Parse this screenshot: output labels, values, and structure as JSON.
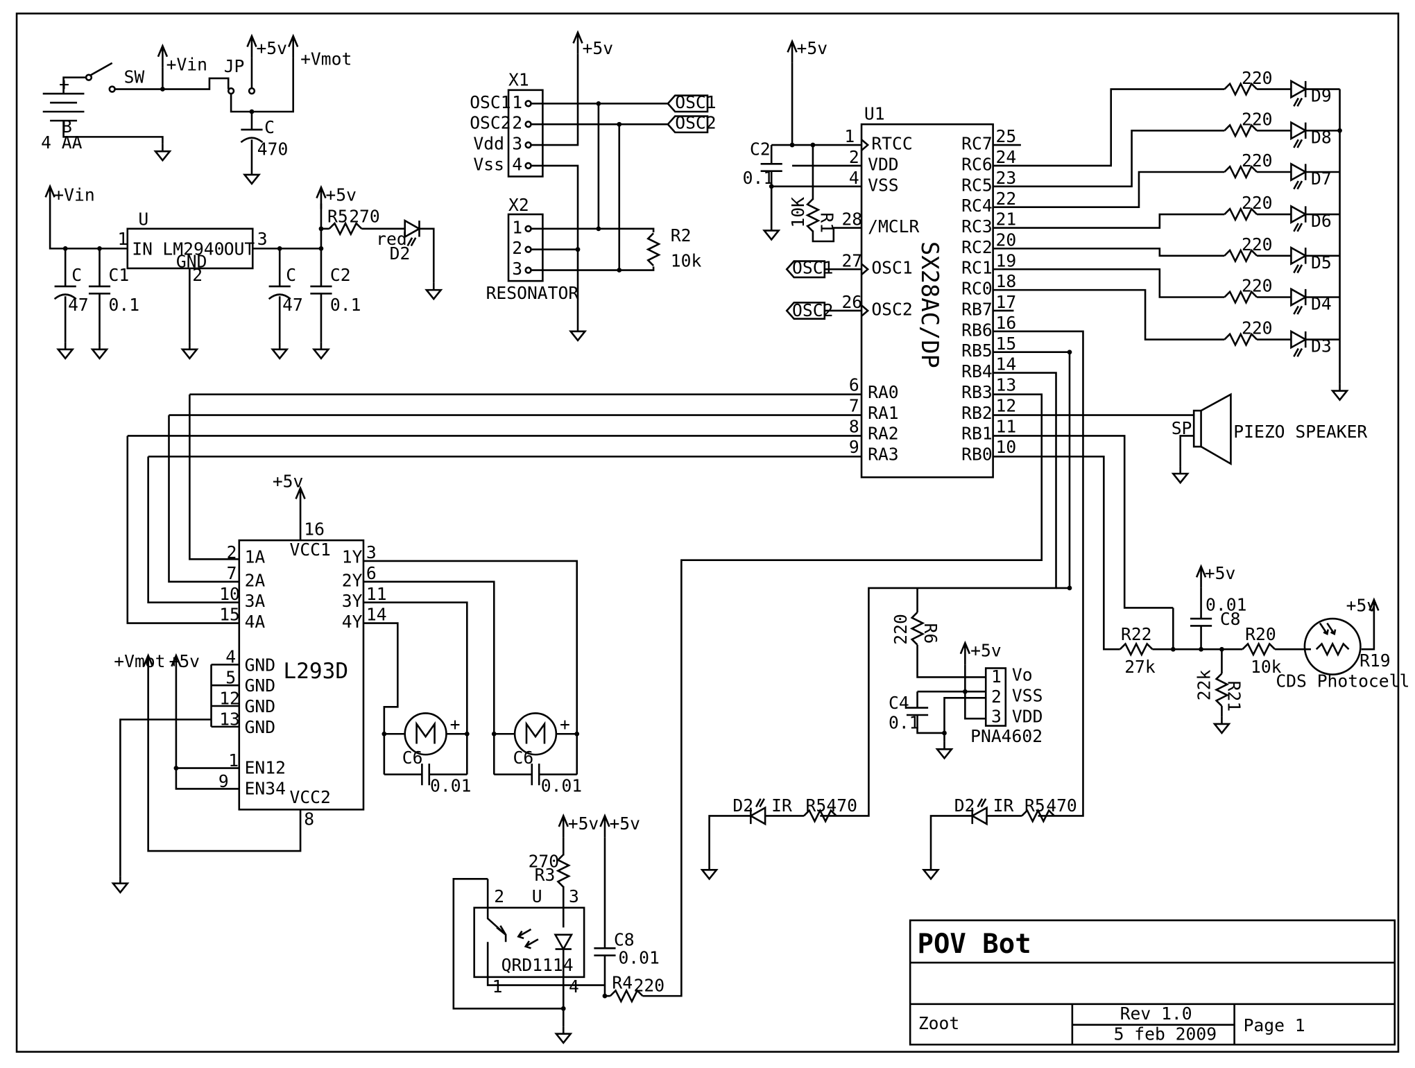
{
  "colors": {
    "ink": "#000000",
    "paper": "#ffffff"
  },
  "battery": {
    "pos": "+",
    "ref": "B",
    "value": "4 AA"
  },
  "switch": {
    "ref": "SW"
  },
  "jumper": {
    "ref": "JP"
  },
  "rails": {
    "vin": "+Vin",
    "vmot": "+Vmot",
    "p5v": "+5v"
  },
  "cap_c470": {
    "ref": "C",
    "value": "470"
  },
  "regulator": {
    "ref": "U",
    "name": "LM2940",
    "in": "IN",
    "out": "OUT",
    "gnd": "GND",
    "pin_in": "1",
    "pin_gnd": "2",
    "pin_out": "3"
  },
  "reg_caps": {
    "c_in": {
      "ref": "C",
      "value": "47"
    },
    "c1": {
      "ref": "C1",
      "value": "0.1"
    },
    "c_out": {
      "ref": "C",
      "value": "47"
    },
    "c2": {
      "ref": "C2",
      "value": "0.1"
    }
  },
  "power_led": {
    "res_ref": "R5",
    "res_value": "270",
    "color": "red",
    "led_ref": "D2"
  },
  "x1": {
    "ref": "X1",
    "pins": [
      {
        "num": "1",
        "name": "OSC1"
      },
      {
        "num": "2",
        "name": "OSC2"
      },
      {
        "num": "3",
        "name": "Vdd"
      },
      {
        "num": "4",
        "name": "Vss"
      }
    ]
  },
  "osc_flags": {
    "osc1": "OSC1",
    "osc2": "OSC2"
  },
  "x2": {
    "ref": "X2",
    "pins": [
      "1",
      "2",
      "3"
    ],
    "label": "RESONATOR"
  },
  "r2": {
    "ref": "R2",
    "value": "10k"
  },
  "mcu_support": {
    "c2_ref": "C2",
    "c2_value": "0.1",
    "r1_ref": "R1",
    "r1_value": "10K"
  },
  "mcu": {
    "ref": "U1",
    "name": "SX28AC/DP",
    "left_pins": [
      {
        "num": "1",
        "name": "RTCC"
      },
      {
        "num": "2",
        "name": "VDD"
      },
      {
        "num": "4",
        "name": "VSS"
      },
      {
        "num": "28",
        "name": "/MCLR"
      },
      {
        "num": "27",
        "name": "OSC1"
      },
      {
        "num": "26",
        "name": "OSC2"
      },
      {
        "num": "6",
        "name": "RA0"
      },
      {
        "num": "7",
        "name": "RA1"
      },
      {
        "num": "8",
        "name": "RA2"
      },
      {
        "num": "9",
        "name": "RA3"
      }
    ],
    "right_pins": [
      {
        "num": "25",
        "name": "RC7"
      },
      {
        "num": "24",
        "name": "RC6"
      },
      {
        "num": "23",
        "name": "RC5"
      },
      {
        "num": "22",
        "name": "RC4"
      },
      {
        "num": "21",
        "name": "RC3"
      },
      {
        "num": "20",
        "name": "RC2"
      },
      {
        "num": "19",
        "name": "RC1"
      },
      {
        "num": "18",
        "name": "RC0"
      },
      {
        "num": "17",
        "name": "RB7"
      },
      {
        "num": "16",
        "name": "RB6"
      },
      {
        "num": "15",
        "name": "RB5"
      },
      {
        "num": "14",
        "name": "RB4"
      },
      {
        "num": "13",
        "name": "RB3"
      },
      {
        "num": "12",
        "name": "RB2"
      },
      {
        "num": "11",
        "name": "RB1"
      },
      {
        "num": "10",
        "name": "RB0"
      }
    ]
  },
  "led_bar": [
    {
      "res": "220",
      "led": "D9"
    },
    {
      "res": "220",
      "led": "D8"
    },
    {
      "res": "220",
      "led": "D7"
    },
    {
      "res": "220",
      "led": "D6"
    },
    {
      "res": "220",
      "led": "D5"
    },
    {
      "res": "220",
      "led": "D4"
    },
    {
      "res": "220",
      "led": "D3"
    }
  ],
  "speaker": {
    "ref": "SP",
    "name": "PIEZO SPEAKER"
  },
  "driver": {
    "name": "L293D",
    "vcc1": "VCC1",
    "vcc2": "VCC2",
    "vcc1_pin": "16",
    "vcc2_pin": "8",
    "inputs": [
      {
        "num": "2",
        "name": "1A"
      },
      {
        "num": "7",
        "name": "2A"
      },
      {
        "num": "10",
        "name": "3A"
      },
      {
        "num": "15",
        "name": "4A"
      }
    ],
    "gnds": [
      {
        "num": "4",
        "name": "GND"
      },
      {
        "num": "5",
        "name": "GND"
      },
      {
        "num": "12",
        "name": "GND"
      },
      {
        "num": "13",
        "name": "GND"
      }
    ],
    "enables": [
      {
        "num": "1",
        "name": "EN12"
      },
      {
        "num": "9",
        "name": "EN34"
      }
    ],
    "outputs": [
      {
        "num": "3",
        "name": "1Y"
      },
      {
        "num": "6",
        "name": "2Y"
      },
      {
        "num": "11",
        "name": "3Y"
      },
      {
        "num": "14",
        "name": "4Y"
      }
    ]
  },
  "motors": [
    {
      "symbol": "M",
      "plus": "+",
      "cap_ref": "C6",
      "cap_value": "0.01"
    },
    {
      "symbol": "M",
      "plus": "+",
      "cap_ref": "C6",
      "cap_value": "0.01"
    }
  ],
  "reflector": {
    "ref": "U",
    "name": "QRD1114",
    "pins": [
      "2",
      "3",
      "1",
      "4"
    ],
    "r3_ref": "R3",
    "r3_value": "270",
    "c8_ref": "C8",
    "c8_value": "0.01",
    "r4_ref": "R4",
    "r4_value": "220"
  },
  "ir_leds": [
    {
      "led": "D2",
      "type": "IR",
      "res_ref": "R5",
      "res_value": "470"
    },
    {
      "led": "D2",
      "type": "IR",
      "res_ref": "R5",
      "res_value": "470"
    }
  ],
  "ir_receiver": {
    "name": "PNA4602",
    "r6_ref": "R6",
    "r6_value": "220",
    "c4_ref": "C4",
    "c4_value": "0.1",
    "pins": [
      {
        "num": "1",
        "name": "Vo"
      },
      {
        "num": "2",
        "name": "VSS"
      },
      {
        "num": "3",
        "name": "VDD"
      }
    ]
  },
  "light_sensor": {
    "r22_ref": "R22",
    "r22_value": "27k",
    "c8_ref": "C8",
    "c8_value": "0.01",
    "r20_ref": "R20",
    "r20_value": "10k",
    "r21_ref": "R21",
    "r21_value": "22k",
    "r19_ref": "R19",
    "name": "CDS Photocell"
  },
  "title_block": {
    "title": "POV Bot",
    "author": "Zoot",
    "rev": "Rev 1.0",
    "date": "5 feb 2009",
    "page": "Page 1"
  }
}
